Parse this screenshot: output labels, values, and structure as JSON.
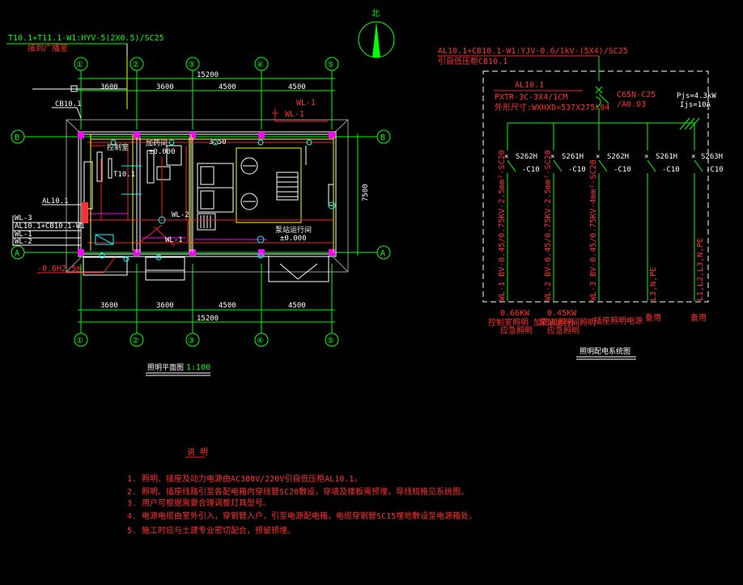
{
  "north_label": "北",
  "plan": {
    "axes_top": [
      "①",
      "②",
      "③",
      "④",
      "⑤"
    ],
    "axes_bottom": [
      "①",
      "②",
      "③",
      "④",
      "⑤"
    ],
    "axis_rows": [
      "B",
      "A"
    ],
    "spans": [
      "3600",
      "3600",
      "4500",
      "4500"
    ],
    "total": "15200",
    "depth": "7500",
    "feeder_top": "T10.1+T11.1-W1:HYV-5(2X0.5)/SC25",
    "feeder_top_sub": "接到广播室",
    "box_cb": "CB10.1",
    "box_al": "AL10.1",
    "left_labels": [
      "WL-3",
      "AL10.1+CB10.1-W1",
      "WL-1",
      "WL-2"
    ],
    "room_ctrl": "控制室",
    "room_add": "加药间",
    "room_add_level": "±0.000",
    "room_pump": "泵站运行间",
    "room_pump_level": "±0.000",
    "t101": "T10.1",
    "wl2": "WL-2",
    "wl1": "WL-1",
    "dim_350": "3.50",
    "note_top": "WL-1",
    "note_top2": "WL-1",
    "note_bottom": "-0.6H2.5m",
    "title": "照明平面图",
    "scale": "1:100"
  },
  "system": {
    "feeder": "AL10.1+CB10.1-W1:YJV-0.6/1kV-(5X4)/SC25",
    "feeder_sub": "引自低压柜CB10.1",
    "box": "AL10.1",
    "box_model": "PXTR-3C-3X4/1CM",
    "box_size": "外形尺寸:WXHXD=537X275X94",
    "main_breaker": "C65N-C25",
    "main_breaker2": "/A0.03",
    "pjs": "Pjs=4.3kW",
    "ijs": "Ijs=10A",
    "breakers": [
      {
        "model": "S262H",
        "rating": "-C10"
      },
      {
        "model": "S261H",
        "rating": "-C10"
      },
      {
        "model": "S262H",
        "rating": "-C10"
      },
      {
        "model": "S261H",
        "rating": "-C10"
      },
      {
        "model": "S263H",
        "rating": "-C10"
      }
    ],
    "circuits": [
      "WL-1  BV-0.45/0.75KV-2.5mm²-SC20",
      "WL-2  BV-0.45/0.75KV-2.5mm²-SC20",
      "WL-3  BV-0.45/0.75KV-4mm²-SC20",
      "L3,N,PE",
      "L1,L2,L3,N,PE"
    ],
    "loads": [
      "0.66KW",
      "0.45KW",
      "",
      "",
      ""
    ],
    "uses": [
      "控制室照明 加药间照明",
      "泵站运行间照明",
      "插座照明电源",
      "备用",
      "备用"
    ],
    "uses2": [
      "应急照明",
      "应急照明",
      "",
      "",
      ""
    ],
    "title": "照明配电系统图"
  },
  "notes": {
    "heading": "说 明",
    "items": [
      "1. 照明、插座及动力电源由AC380V/220V引自低压柜AL10.1。",
      "2. 照明、插座线路引至各配电箱内穿线管SC20敷设，穿墙及楼板需预埋，导线规格见系统图。",
      "3. 用户可根据需要合理调整灯具型号。",
      "4. 电源电缆由室外引入，穿钢管入户，引至电源配电箱，电缆穿钢管SC15埋地敷设至电源箱处。",
      "5. 施工时应与土建专业密切配合，预留预埋。"
    ]
  }
}
